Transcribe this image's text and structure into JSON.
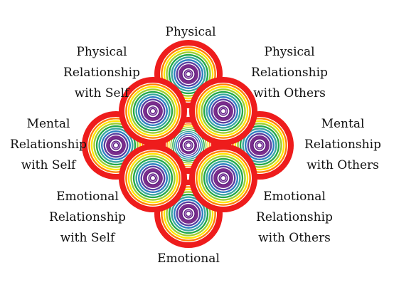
{
  "labels": {
    "physical": "Physical",
    "physical_self": [
      "Physical",
      "Relationship",
      "with Self"
    ],
    "physical_others": [
      "Physical",
      "Relationship",
      "with Others"
    ],
    "mental_self": [
      "Mental",
      "Relationship",
      "with Self"
    ],
    "mental_others": [
      "Mental",
      "Relationship",
      "with Others"
    ],
    "emotional_self": [
      "Emotional",
      "Relationship",
      "with Self"
    ],
    "emotional_others": [
      "Emotional",
      "Relationship",
      "with Others"
    ],
    "emotional": "Emotional"
  },
  "rings": {
    "colors": [
      "#ee1c1c",
      "#ff7f00",
      "#ffe400",
      "#9acd32",
      "#22a84a",
      "#3aa7a0",
      "#2e7fc1",
      "#5a3ea0",
      "#7a2d8c"
    ],
    "center_color": "#ffffff",
    "mark_color": "#5a1a7a"
  }
}
